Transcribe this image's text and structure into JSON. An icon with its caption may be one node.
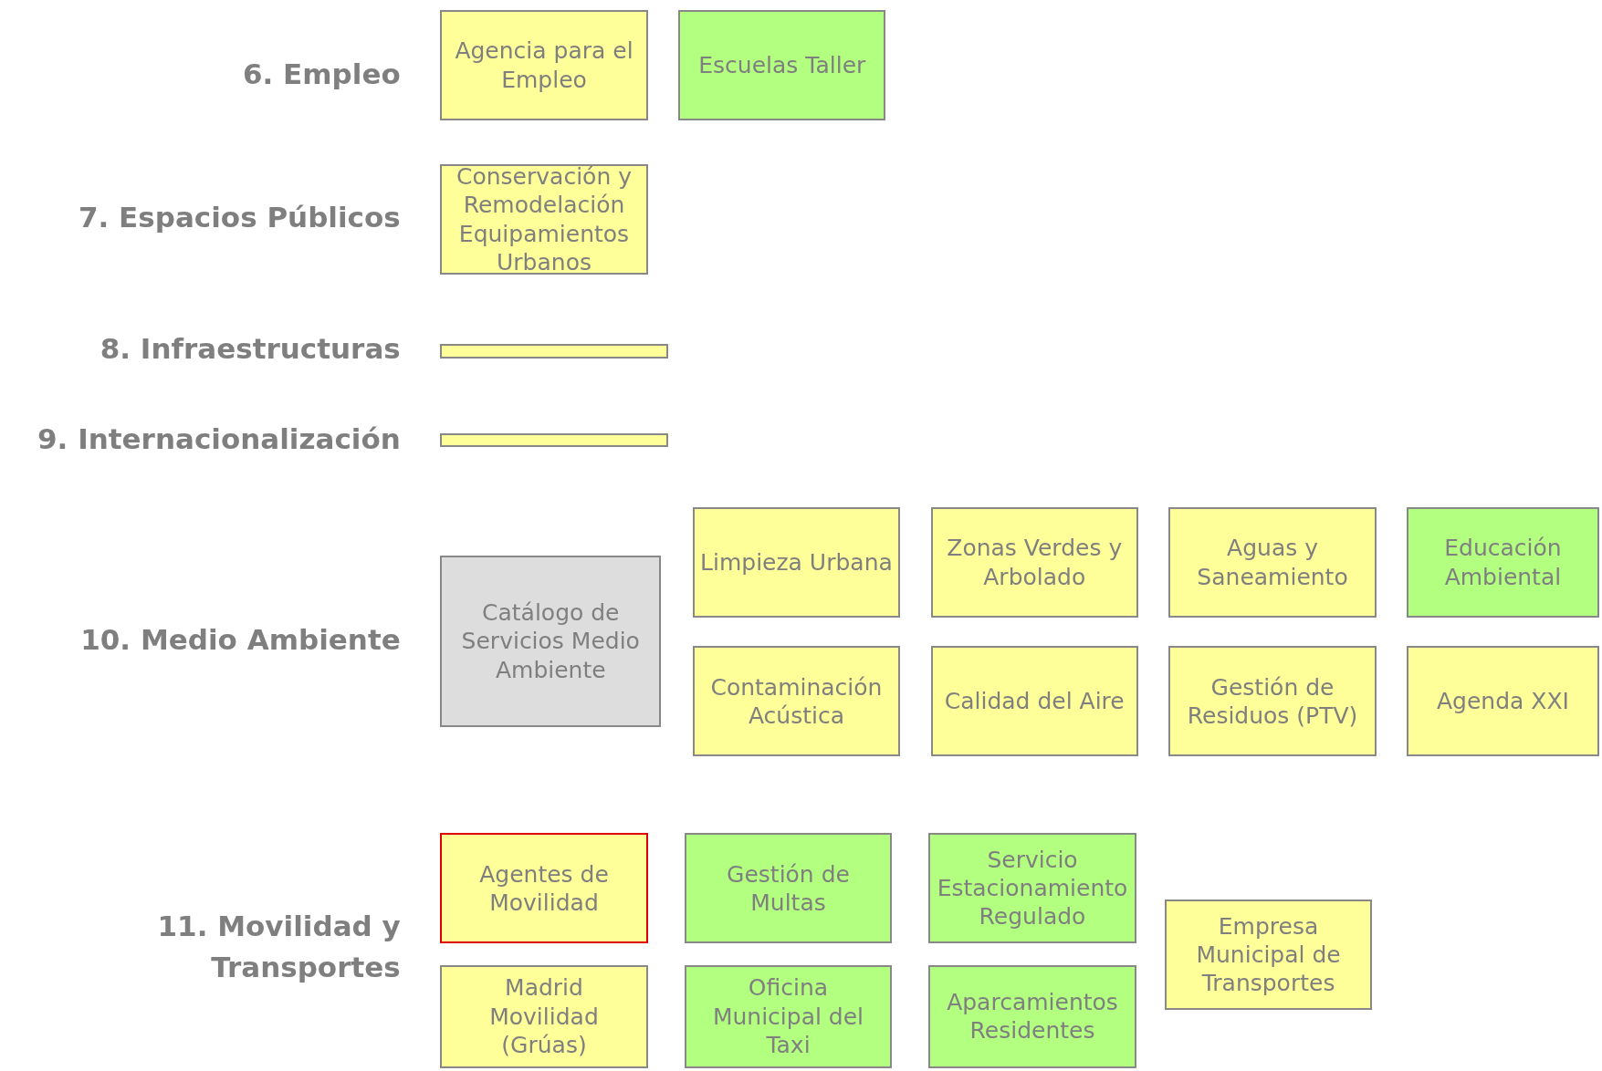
{
  "diagram": {
    "nodes": [
      {
        "text": [
          "Agencia para el Empleo"
        ]
      },
      {
        "text": [
          "Escuelas Taller"
        ]
      },
      {
        "text": [
          "Conservación y Remodelación Equipamientos Urbanos"
        ]
      },
      {
        "text": [],
        "shape": "bar"
      },
      {
        "text": [],
        "shape": "bar"
      },
      {
        "text": [
          "Catálogo de Servicios Medio Ambiente"
        ]
      },
      {
        "text": [
          "Limpieza Urbana"
        ]
      },
      {
        "text": [
          "Zonas Verdes y Arbolado"
        ]
      },
      {
        "text": [
          "Aguas y Saneamiento"
        ]
      },
      {
        "text": [
          "Educación Ambiental"
        ]
      },
      {
        "text": [
          "Contaminación Acústica"
        ]
      },
      {
        "text": [
          "Calidad del Aire"
        ]
      },
      {
        "text": [
          "Gestión de Residuos (PTV)"
        ]
      },
      {
        "text": [
          "Agenda XXI"
        ]
      },
      {
        "text": [
          "Agentes de Movilidad"
        ]
      },
      {
        "text": [
          "Gestión de Multas"
        ]
      },
      {
        "text": [
          "Servicio Estacionamiento Regulado"
        ]
      },
      {
        "text": [
          "Empresa Municipal de Transportes"
        ]
      },
      {
        "text": [
          "Madrid Movilidad (Grúas)"
        ]
      },
      {
        "text": [
          "Oficina Municipal del Taxi"
        ]
      },
      {
        "text": [
          "Aparcamientos Residentes"
        ]
      }
    ],
    "edges": [],
    "labels": [
      "6. Empleo",
      "7. Espacios Públicos",
      "8. Infraestructuras",
      "9.  Internacionalización",
      "10. Medio Ambiente",
      "11. Movilidad y Transportes"
    ]
  }
}
